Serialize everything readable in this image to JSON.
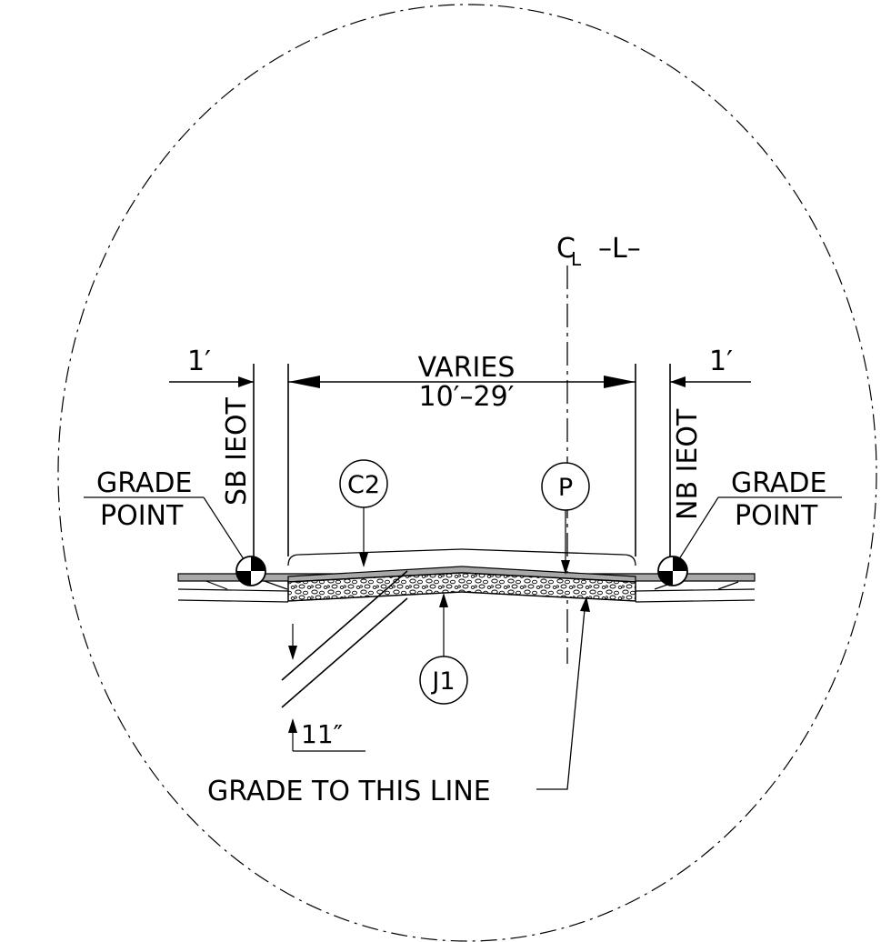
{
  "centerline": {
    "symbol_c": "C",
    "symbol_l": "L",
    "alignment": "–L–"
  },
  "dims": {
    "left_offset": "1′",
    "right_offset": "1′",
    "width_top": "VARIES",
    "width_bottom": "10′–29′",
    "depth": "11″"
  },
  "edges": {
    "left": "SB IEOT",
    "right": "NB IEOT"
  },
  "grade_point_left": {
    "line1": "GRADE",
    "line2": "POINT"
  },
  "grade_point_right": {
    "line1": "GRADE",
    "line2": "POINT"
  },
  "callouts": {
    "c2": "C2",
    "p": "P",
    "j1": "J1"
  },
  "grade_note": "GRADE TO THIS LINE"
}
